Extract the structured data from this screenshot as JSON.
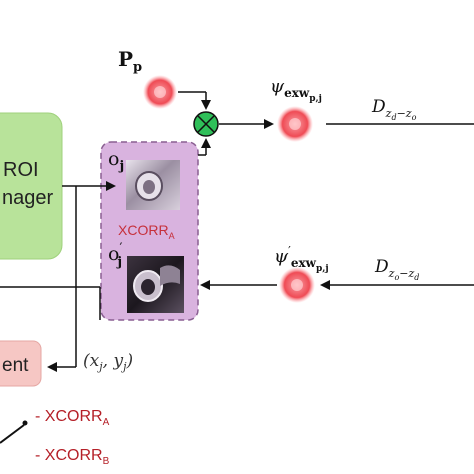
{
  "colors": {
    "roi_fill": "#b8e39a",
    "roi_edge": "#9fd17c",
    "detail_fill": "#f6c7c4",
    "detail_edge": "#e5a7a3",
    "xcorr_fill": "#d9b3df",
    "xcorr_border": "#8a5f92",
    "xcorr_text": "#c6303b",
    "legend_text": "#b52028",
    "multiplier_fill": "#2fbf59",
    "probe_red": "#ef4b55",
    "probe_glow": "#ff9aa0",
    "line": "#111111"
  },
  "roi_manager": {
    "line1": "ROI",
    "line2": "nager"
  },
  "detail_box": {
    "label": "ent"
  },
  "xcorr_block": {
    "top_label_base": "o",
    "top_label_sub": "j",
    "title_main": "XCORR",
    "title_sub": "A",
    "bottom_label_base": "o",
    "bottom_label_prime": "′",
    "bottom_label_sub": "j"
  },
  "probe": {
    "base": "P",
    "sub": "p"
  },
  "exit_wave_top": {
    "base": "ψ",
    "sub": "exw",
    "subsub": "p,j"
  },
  "exit_wave_bottom": {
    "base": "ψ",
    "prime": "′",
    "sub": "exw",
    "subsub": "p,j"
  },
  "propagator_forward": {
    "base": "D",
    "sub": "z",
    "sub_a": "d",
    "minus": "−",
    "sub_b": "z",
    "sub_b_sub": "o"
  },
  "propagator_backward": {
    "base": "D",
    "sub": "z",
    "sub_a": "o",
    "minus": "−",
    "sub_b": "z",
    "sub_b_sub": "d"
  },
  "coordinates": {
    "text": "(x",
    "j": "j",
    "comma": ", y",
    "j2": "j",
    "close": ")"
  },
  "legend": [
    {
      "prefix": "- XCORR",
      "sub": "A"
    },
    {
      "prefix": "- XCORR",
      "sub": "B"
    }
  ]
}
